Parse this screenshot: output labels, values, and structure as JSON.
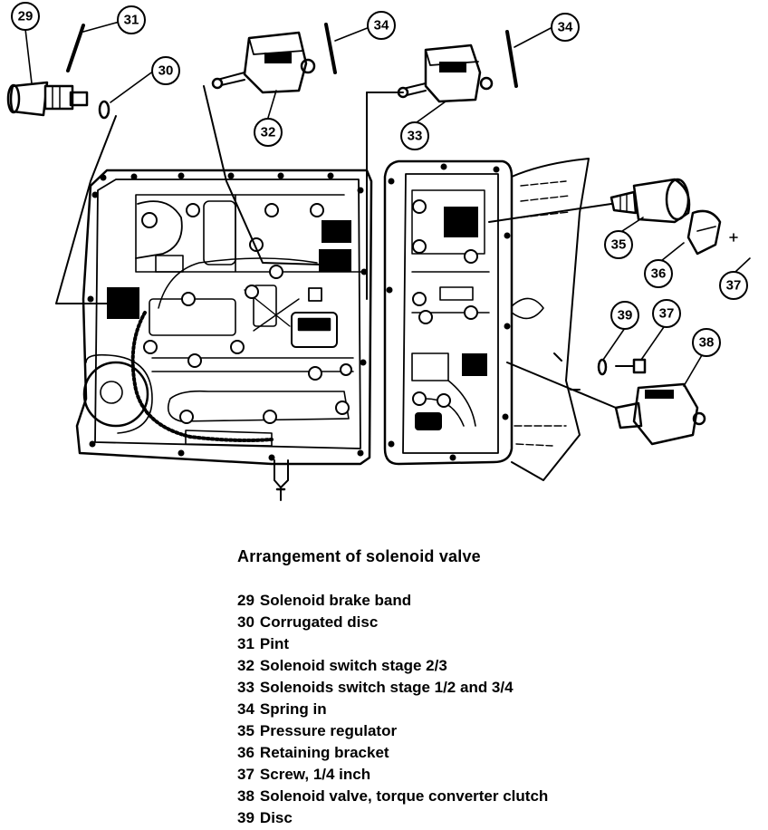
{
  "caption": {
    "title": "Arrangement of solenoid valve"
  },
  "legend": [
    {
      "number": "29",
      "label": "Solenoid brake band"
    },
    {
      "number": "30",
      "label": "Corrugated disc"
    },
    {
      "number": "31",
      "label": "Pint"
    },
    {
      "number": "32",
      "label": "Solenoid switch stage 2/3"
    },
    {
      "number": "33",
      "label": "Solenoids switch stage 1/2 and 3/4"
    },
    {
      "number": "34",
      "label": "Spring in"
    },
    {
      "number": "35",
      "label": "Pressure regulator"
    },
    {
      "number": "36",
      "label": "Retaining bracket"
    },
    {
      "number": "37",
      "label": "Screw, 1/4 inch"
    },
    {
      "number": "38",
      "label": "Solenoid valve, torque converter clutch"
    },
    {
      "number": "39",
      "label": "Disc"
    }
  ],
  "callouts": {
    "c29": "29",
    "c30": "30",
    "c31": "31",
    "c32": "32",
    "c33": "33",
    "c34a": "34",
    "c34b": "34",
    "c35": "35",
    "c36": "36",
    "c37a": "37",
    "c37b": "37",
    "c38": "38",
    "c39": "39"
  }
}
